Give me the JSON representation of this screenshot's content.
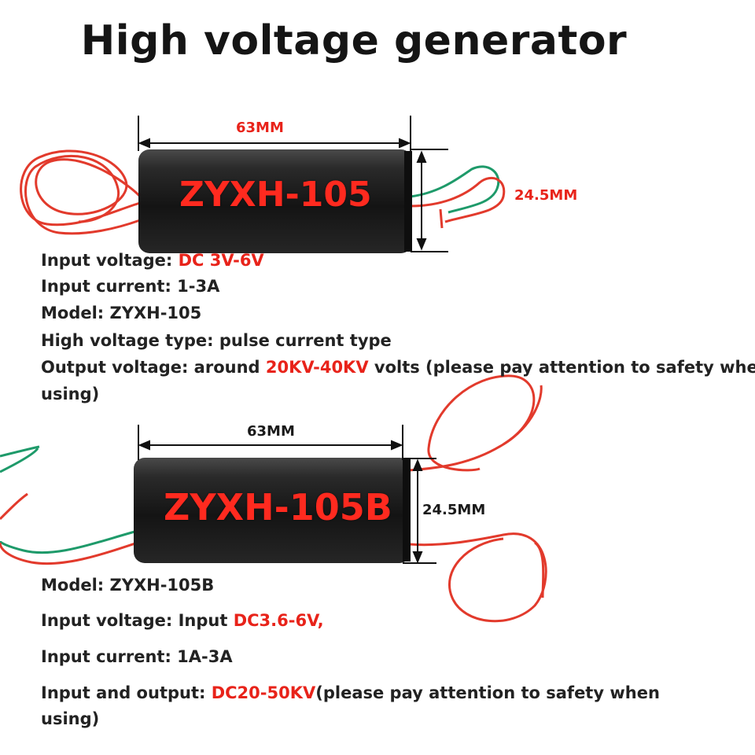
{
  "title": "High voltage generator",
  "product1": {
    "model_label": "ZYXH-105",
    "length": "63MM",
    "diameter": "24.5MM",
    "specs": {
      "input_voltage": {
        "label": "Input voltage: ",
        "value": "DC 3V-6V"
      },
      "input_current": "Input current: 1-3A",
      "model": "Model: ZYXH-105",
      "hv_type": "High voltage type: pulse current type",
      "output_voltage": {
        "label": "Output voltage: around ",
        "value": "20KV-40KV",
        "suffix": " volts (please pay attention to safety when",
        "suffix2": "using)"
      }
    }
  },
  "product2": {
    "model_label": "ZYXH-105B",
    "length": "63MM",
    "diameter": "24.5MM",
    "specs": {
      "model": "Model: ZYXH-105B",
      "input_voltage": {
        "label": "Input voltage: Input ",
        "value": "DC3.6-6V,"
      },
      "input_current": "Input current: 1A-3A",
      "in_out": {
        "label": "Input and output: ",
        "value": "DC20-50KV",
        "suffix": "(please pay attention to safety when",
        "suffix2": "using)"
      }
    }
  },
  "colors": {
    "highlight": "#e8231a",
    "body": "#1b1b1b",
    "wire_red": "#e23a2c",
    "wire_green": "#1e9a6a"
  }
}
